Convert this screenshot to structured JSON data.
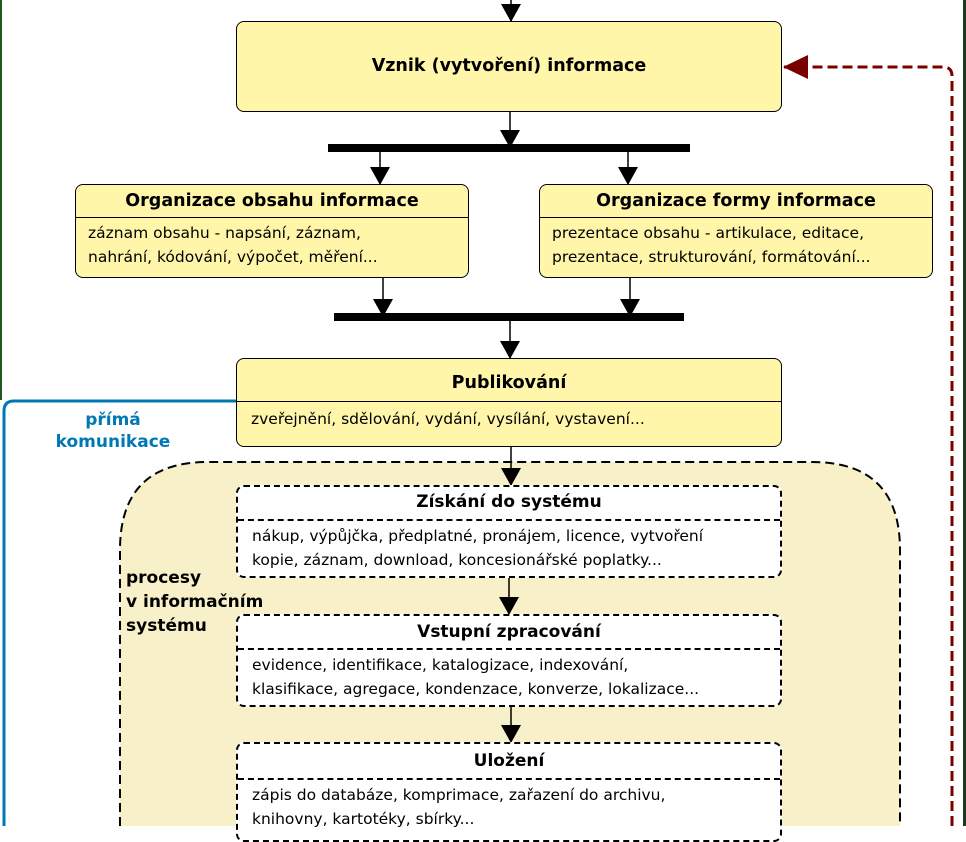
{
  "diagram": {
    "vznik": {
      "title": "Vznik (vytvoření) informace"
    },
    "organizace_obsahu": {
      "title": "Organizace obsahu informace",
      "lines": [
        "záznam obsahu - napsání, záznam,",
        "nahrání, kódování, výpočet, měření..."
      ]
    },
    "organizace_formy": {
      "title": "Organizace formy informace",
      "lines": [
        "prezentace obsahu - artikulace, editace,",
        "prezentace, strukturování, formátování..."
      ]
    },
    "publikovani": {
      "title": "Publikování",
      "lines": [
        "zveřejnění, sdělování, vydání, vysílání, vystavení..."
      ]
    },
    "prima_komunikace": {
      "lines": [
        "přímá",
        "komunikace"
      ]
    },
    "procesy": {
      "lines": [
        "procesy",
        "v informačním",
        "systému"
      ]
    },
    "ziskani": {
      "title": "Získání do systému",
      "lines": [
        "nákup, výpůjčka, předplatné, pronájem, licence, vytvoření",
        "kopie, záznam, download, koncesionářské poplatky..."
      ]
    },
    "vstupni": {
      "title": "Vstupní zpracování",
      "lines": [
        "evidence, identifikace, katalogizace, indexování,",
        "klasifikace, agregace, kondenzace, konverze, lokalizace..."
      ]
    },
    "ulozeni": {
      "title": "Uložení",
      "lines": [
        "zápis do databáze, komprimace, zařazení do archivu,",
        "knihovny, kartotéky, sbírky..."
      ]
    },
    "colors": {
      "box_fill": "#fff6aa",
      "region_fill": "#f8f0c8",
      "feedback_arrow": "#7a0000",
      "direct_line": "#0078b4",
      "frame": "#1e5a1e"
    }
  }
}
